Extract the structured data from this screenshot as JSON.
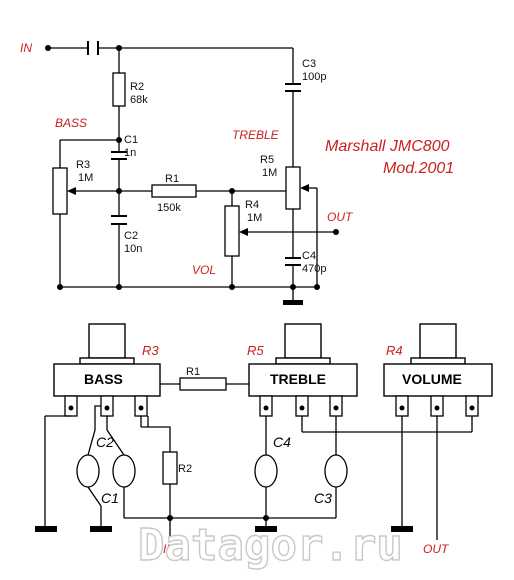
{
  "schematic": {
    "title_line1": "Marshall JMC800",
    "title_line2": "Mod.2001",
    "in_label": "IN",
    "bass_label": "BASS",
    "treble_label": "TREBLE",
    "vol_label": "VOL",
    "out_label": "OUT",
    "r2": {
      "name": "R2",
      "value": "68k"
    },
    "c1": {
      "name": "C1",
      "value": "1n"
    },
    "r3": {
      "name": "R3",
      "value": "1M"
    },
    "r1": {
      "name": "R1",
      "value": "150k"
    },
    "c2": {
      "name": "C2",
      "value": "10n"
    },
    "c3": {
      "name": "C3",
      "value": "100p"
    },
    "r5": {
      "name": "R5",
      "value": "1M"
    },
    "r4": {
      "name": "R4",
      "value": "1M"
    },
    "c4": {
      "name": "C4",
      "value": "470p"
    }
  },
  "layout_diagram": {
    "pot_bass_ref": "R3",
    "pot_treble_ref": "R5",
    "pot_volume_ref": "R4",
    "bass_label": "BASS",
    "treble_label": "TREBLE",
    "volume_label": "VOLUME",
    "r1_label": "R1",
    "r2_label": "R2",
    "c1_label": "C1",
    "c2_label": "C2",
    "c3_label": "C3",
    "c4_label": "C4",
    "in_label": "IN",
    "out_label": "OUT"
  },
  "watermark": "Datagor.ru"
}
